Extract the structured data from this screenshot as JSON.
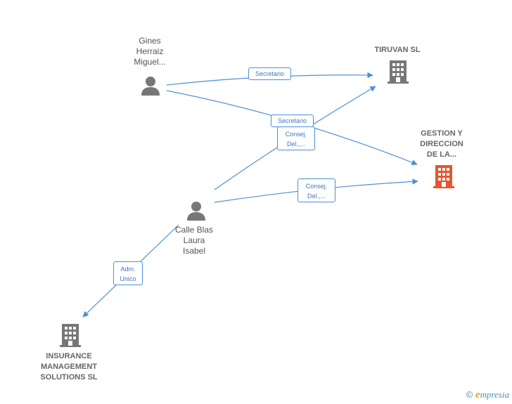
{
  "colors": {
    "edge": "#4a90d9",
    "person": "#777777",
    "company": "#777777",
    "company_highlight": "#e8552a"
  },
  "nodes": {
    "gines": {
      "label_lines": [
        "Gines",
        "Herraiz",
        "Miguel..."
      ]
    },
    "calle": {
      "label_lines": [
        "Calle Blas",
        "Laura",
        "Isabel"
      ]
    },
    "tiruvan": {
      "label_lines": [
        "TIRUVAN SL"
      ]
    },
    "gestion": {
      "label_lines": [
        "GESTION Y",
        "DIRECCION",
        "DE LA..."
      ]
    },
    "insurance": {
      "label_lines": [
        "INSURANCE",
        "MANAGEMENT",
        "SOLUTIONS SL"
      ]
    }
  },
  "edges": {
    "gines_tiruvan": {
      "lines": [
        "Secretario"
      ]
    },
    "gines_gestion": {
      "lines": [
        "Secretario"
      ]
    },
    "calle_tiruvan": {
      "lines": [
        "Consej.",
        "Del.,..."
      ]
    },
    "calle_gestion": {
      "lines": [
        "Consej.",
        "Del.,..."
      ]
    },
    "calle_insurance": {
      "lines": [
        "Adm.",
        "Unico"
      ]
    }
  },
  "footer": {
    "copyright": "©",
    "brand_first": "e",
    "brand_rest": "mpresia"
  }
}
